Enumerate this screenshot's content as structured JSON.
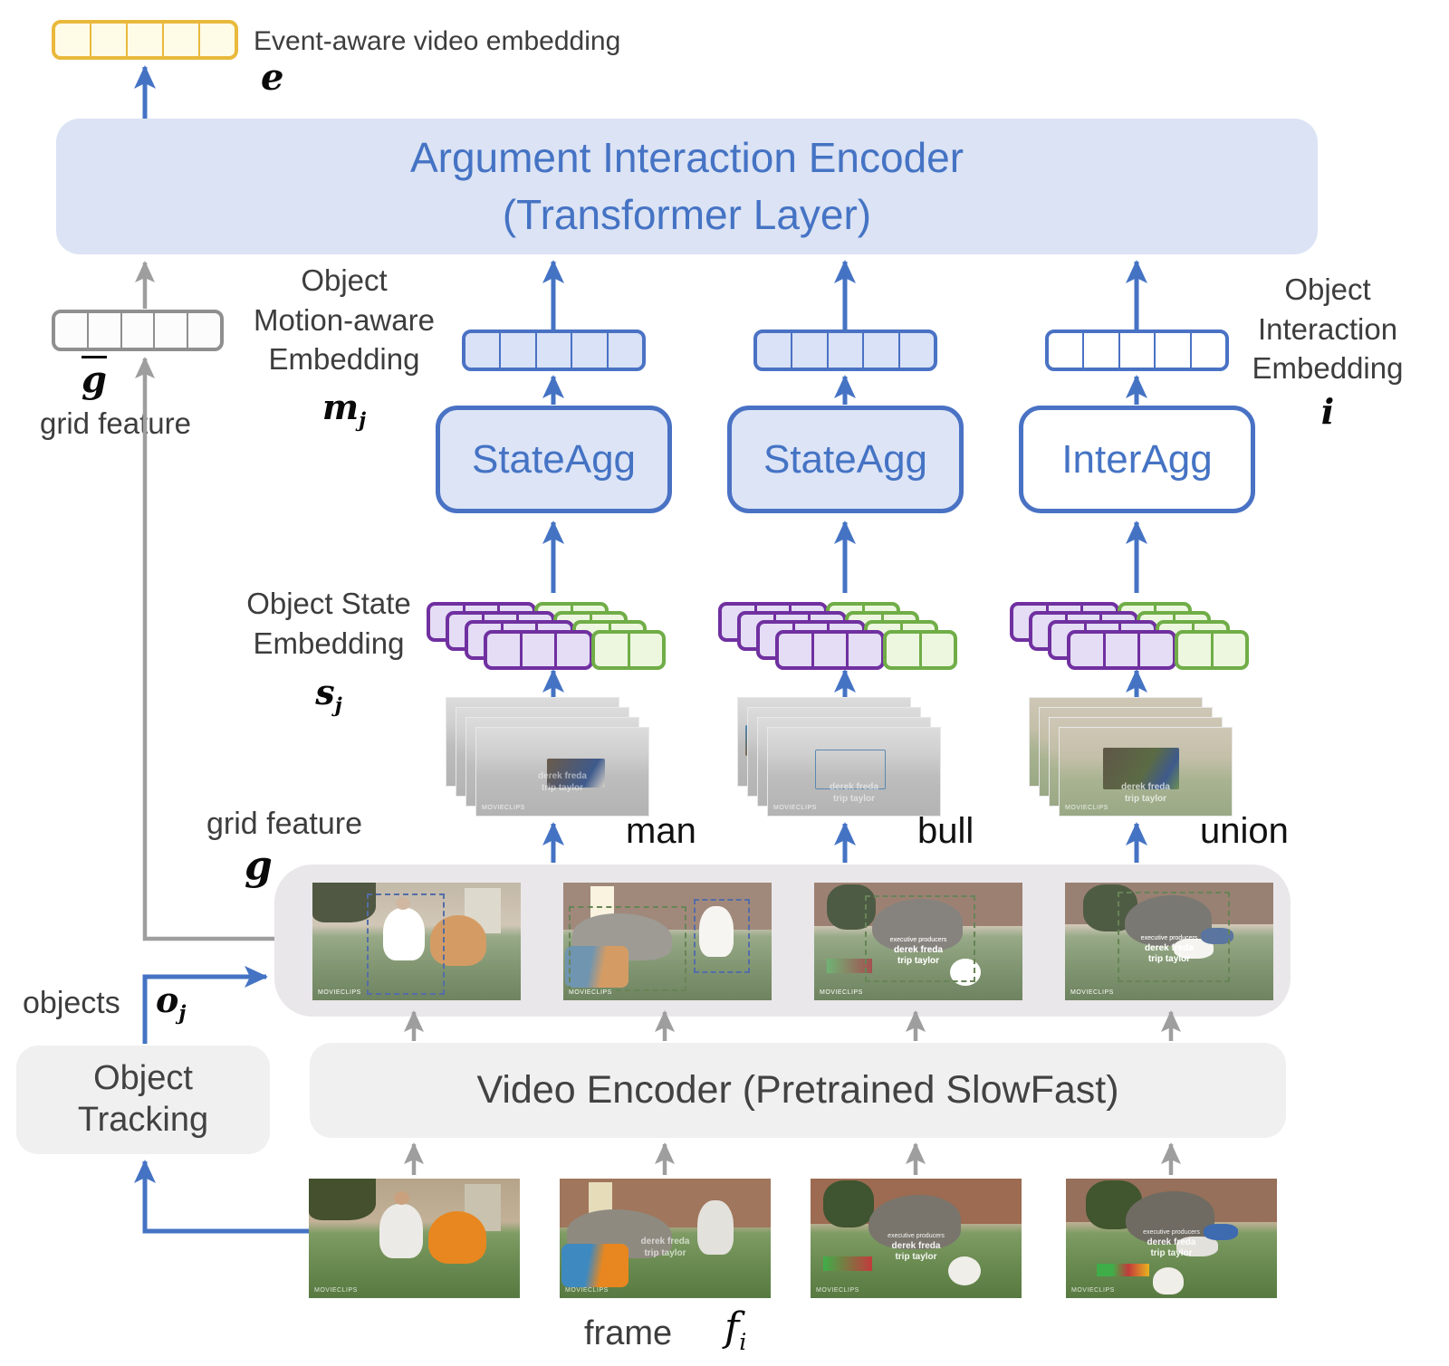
{
  "colors": {
    "accent_blue": "#4573C4",
    "box_blue_fill": "#DBE3F4",
    "arrow_gray": "#9E9E9E",
    "purple": "#7030A0",
    "green": "#70AD47",
    "gold": "#E9B93C",
    "container_gray": "#E9E7EA",
    "panel_gray": "#F1F0F1"
  },
  "top": {
    "event_embedding_label": "Event-aware video embedding",
    "event_symbol": "e"
  },
  "encoder": {
    "line1": "Argument Interaction Encoder",
    "line2": "(Transformer Layer)"
  },
  "grid_bar": {
    "symbol": "g",
    "label": "grid feature"
  },
  "motion": {
    "line1": "Object",
    "line2": "Motion-aware",
    "line3": "Embedding",
    "symbol": "m",
    "sub": "j"
  },
  "interaction": {
    "line1": "Object",
    "line2": "Interaction",
    "line3": "Embedding",
    "symbol": "i"
  },
  "state": {
    "line1": "Object State",
    "line2": "Embedding",
    "symbol": "s",
    "sub": "j"
  },
  "columns": [
    {
      "agg": "StateAgg",
      "label": "man"
    },
    {
      "agg": "StateAgg",
      "label": "bull"
    },
    {
      "agg": "InterAgg",
      "label": "union"
    }
  ],
  "grid": {
    "label": "grid feature",
    "symbol": "g"
  },
  "objects": {
    "label": "objects",
    "symbol": "o",
    "sub": "j"
  },
  "tracking": {
    "line1": "Object",
    "line2": "Tracking"
  },
  "video_encoder": {
    "label": "Video Encoder (Pretrained SlowFast)"
  },
  "frame": {
    "label": "frame",
    "symbol": "f",
    "sub": "i"
  },
  "frame_overlay": {
    "credit1": "executive producers",
    "credit2": "derek freda",
    "credit3": "trip taylor",
    "watermark": "MOVIECLIPS"
  }
}
